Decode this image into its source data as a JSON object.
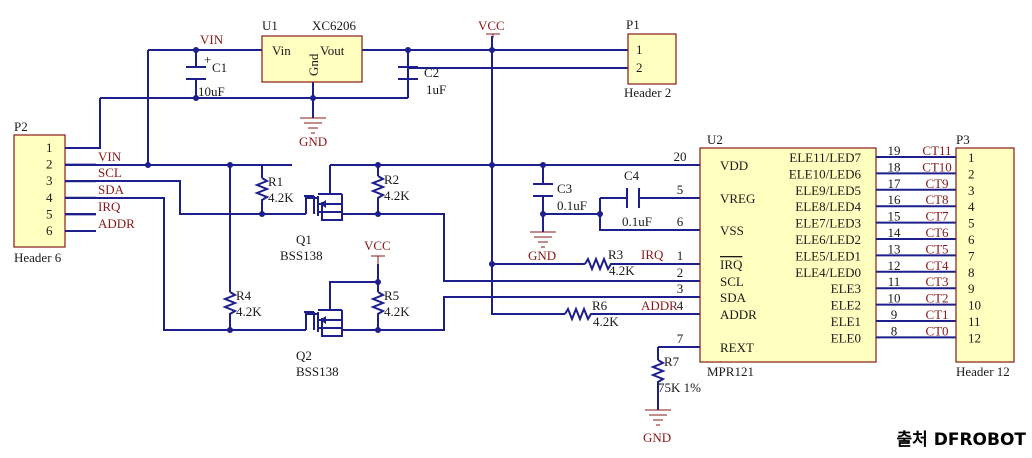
{
  "nets": {
    "vin": "VIN",
    "vcc": "VCC",
    "gnd": "GND",
    "scl": "SCL",
    "sda": "SDA",
    "irq": "IRQ",
    "addr": "ADDR"
  },
  "u1": {
    "ref": "U1",
    "part": "XC6206",
    "pin_in": "Vin",
    "pin_gnd": "Gnd",
    "pin_out": "Vout"
  },
  "c1": {
    "ref": "C1",
    "value": "10uF",
    "polarity": "+"
  },
  "c2": {
    "ref": "C2",
    "value": "1uF"
  },
  "c3": {
    "ref": "C3",
    "value": "0.1uF"
  },
  "c4": {
    "ref": "C4",
    "value": "0.1uF"
  },
  "p1": {
    "ref": "P1",
    "name": "Header 2",
    "pins": [
      "1",
      "2"
    ]
  },
  "p2": {
    "ref": "P2",
    "name": "Header 6",
    "pins": [
      "1",
      "2",
      "3",
      "4",
      "5",
      "6"
    ]
  },
  "p3": {
    "ref": "P3",
    "name": "Header 12",
    "pins": [
      "1",
      "2",
      "3",
      "4",
      "5",
      "6",
      "7",
      "8",
      "9",
      "10",
      "11",
      "12"
    ]
  },
  "r1": {
    "ref": "R1",
    "value": "4.2K"
  },
  "r2": {
    "ref": "R2",
    "value": "4.2K"
  },
  "r3": {
    "ref": "R3",
    "value": "4.2K"
  },
  "r4": {
    "ref": "R4",
    "value": "4.2K"
  },
  "r5": {
    "ref": "R5",
    "value": "4.2K"
  },
  "r6": {
    "ref": "R6",
    "value": "4.2K"
  },
  "r7": {
    "ref": "R7",
    "value": "75K 1%"
  },
  "q1": {
    "ref": "Q1",
    "part": "BSS138"
  },
  "q2": {
    "ref": "Q2",
    "part": "BSS138"
  },
  "u2": {
    "ref": "U2",
    "part": "MPR121",
    "left_pins": [
      {
        "num": "20",
        "name": "VDD"
      },
      {
        "num": "5",
        "name": "VREG"
      },
      {
        "num": "6",
        "name": "VSS"
      },
      {
        "num": "1",
        "name": "IRQ"
      },
      {
        "num": "2",
        "name": "SCL"
      },
      {
        "num": "3",
        "name": "SDA"
      },
      {
        "num": "4",
        "name": "ADDR"
      },
      {
        "num": "7",
        "name": "REXT"
      }
    ],
    "right_pins": [
      {
        "num": "19",
        "name": "ELE11/LED7",
        "net": "CT11"
      },
      {
        "num": "18",
        "name": "ELE10/LED6",
        "net": "CT10"
      },
      {
        "num": "17",
        "name": "ELE9/LED5",
        "net": "CT9"
      },
      {
        "num": "16",
        "name": "ELE8/LED4",
        "net": "CT8"
      },
      {
        "num": "15",
        "name": "ELE7/LED3",
        "net": "CT7"
      },
      {
        "num": "14",
        "name": "ELE6/LED2",
        "net": "CT6"
      },
      {
        "num": "13",
        "name": "ELE5/LED1",
        "net": "CT5"
      },
      {
        "num": "12",
        "name": "ELE4/LED0",
        "net": "CT4"
      },
      {
        "num": "11",
        "name": "ELE3",
        "net": "CT3"
      },
      {
        "num": "10",
        "name": "ELE2",
        "net": "CT2"
      },
      {
        "num": "9",
        "name": "ELE1",
        "net": "CT1"
      },
      {
        "num": "8",
        "name": "ELE0",
        "net": "CT0"
      }
    ]
  },
  "source_credit": "출처 DFROBOT"
}
